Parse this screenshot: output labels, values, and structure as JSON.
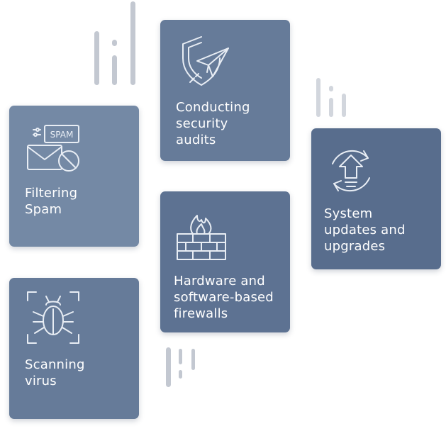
{
  "colors": {
    "card_light": "#7489a5",
    "card_mid": "#6b7f9c",
    "card_dark": "#586d8d",
    "icon_stroke": "#e8edf4",
    "deco_lines": "#c3c8d1"
  },
  "cards": {
    "filtering_spam": {
      "label": "Filtering\nSpam",
      "icon": "spam-mail-blocked-icon",
      "icon_text": "SPAM"
    },
    "security_audits": {
      "label": "Conducting\nsecurity\naudits",
      "icon": "shield-paper-plane-icon"
    },
    "system_updates": {
      "label": "System\nupdates and\nupgrades",
      "icon": "update-arrows-icon"
    },
    "firewalls": {
      "label": "Hardware and\nsoftware-based\nfirewalls",
      "icon": "firewall-icon"
    },
    "scanning_virus": {
      "label": "Scanning\nvirus",
      "icon": "bug-scan-icon"
    }
  }
}
